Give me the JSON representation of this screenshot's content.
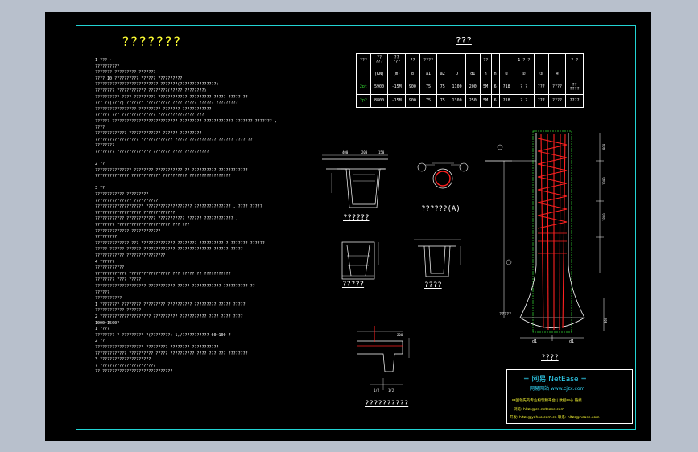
{
  "sheet": {
    "left_title": "???????",
    "table_title": "???",
    "notes": [
      "1 ???    ·",
      "??????????",
      "???????  ?????????  ???????",
      "????   10 ??????????    ??????    ??????????",
      "??????????????????????????     ???????(???????????????)",
      "  ????????    ????????????      ????????(????? ????????)",
      "??????????      ????   ?????????    ????????????     ?????????     ?????  ????? ??",
      "  ??? ??(????)  ???????     ??????????     ????   ????? ??????    ?????????",
      "?????????????????   ?????????  ???????  ????????????",
      "??????   ???  ??????????????     ??????????????? ???",
      "??????  ???????????????????????????       ?????????  ????????????   ???????   ??????? ,",
      "  ????",
      "?????????????    ?????????????    ??????   ?????????",
      "??????????????????   ?????????????     ?????   ???????????    ??????   ????  ??",
      "????????",
      "????????   ??????????????    ???????   ????   ??????????",
      "",
      "2 ??",
      "???????????????      ????????     ???????????     ??  ??????????  ???????????? .",
      "??????????????    ????????????    ??????????   ?????????????????",
      "",
      "3 ??",
      "????????????          ?????????",
      "???????????????      ??????????",
      "????????????????????        ???????????????????     ???????????????   , ???? ?????",
      "???????????????????     ?????????????",
      "????????????        ????????????   ???????????   ??????    ????????????  .",
      "  ????????    ??????????????????????      ???  ???",
      "  ??????????????     ????????????",
      "?????????",
      "??????????????  ???   ??????????????      ????????     ??????????   ? ???????  ??????",
      "?????    ??????   ??????    ?????????????    ??????????????    ?????? ?????",
      "????????????       ????????????????",
      "4 ??????",
      "????????????",
      "?????????????          ?????????????????            ??? ?????  ?? ???????????",
      "  ????????     ????  ?????",
      "?????????????????????      ???????????     ?????   ????????????    ??????????     ??",
      "    ??????",
      "???????????",
      "  1 ????????    ????????   ?????????     ??????????     ?????????    ?????    ?????",
      "    ????????????    ??????",
      "  2 ?????????????????????   ??????????    ??????????? ????    ????    ????",
      "    1000~1500?",
      "1 ????",
      "  ????????     ?  ?????????     ?(????????)      1,/???????????       60~100 ?",
      "2 ??",
      "????????????????????             ?????????     ????????    ???????????",
      "?????????????   ??????????     ?????   ??????????   ????   ??? ???  ????????",
      "3 ?????????????????????",
      "?  ???????????????????????",
      "?? ?????????????????????????????"
    ],
    "design_table": {
      "rows": [
        [
          "???",
          "??\n???",
          "??\n???",
          "??",
          "????",
          "",
          "",
          "",
          "??",
          "",
          "",
          "1 ? ?",
          "",
          "",
          "? ?"
        ],
        [
          "",
          "(KN)",
          "(m)",
          "d",
          "a1",
          "a2",
          "D",
          "d1",
          "h",
          "n",
          "①",
          "②",
          "③",
          "④",
          ""
        ],
        [
          "2pt",
          "5900",
          "-15M",
          "900",
          "75",
          "75",
          "1100",
          "200",
          "5M",
          "6",
          "?18",
          "? ?",
          "???",
          "????",
          "??\n????"
        ],
        [
          "2p2",
          "8800",
          "-15M",
          "900",
          "75",
          "75",
          "1300",
          "250",
          "5M",
          "6",
          "?18",
          "? ?",
          "???",
          "????",
          "????"
        ]
      ]
    },
    "view_labels": {
      "cap_section": "??????",
      "wall_a": "??????(A)",
      "wall_b": "?????",
      "wall_c": "????",
      "pile": "????",
      "bell_detail": "??????????",
      "pile_note": "?????"
    },
    "dims": {
      "pile_800": "800",
      "pile_1000": "1000",
      "pile_1800": "1800",
      "pile_300": "300",
      "d1": "d1",
      "d2": "d1",
      "a200": "200",
      "a400": "400",
      "a150": "150",
      "h200": "200",
      "k8": "1/2",
      "k9": "1/2",
      "n200": "200"
    },
    "netease": {
      "line1": "= 网易 NetEase =",
      "line2": "网易网站   www.cjzx.com",
      "line3": "中国领先的专业构筑物平台 | 数据中心 链接",
      "line4": "浏览: hltzs@cn.netease.com",
      "line5": "开发: hltzs@yahoo.com.cn  联系: hltzs@nease.com"
    },
    "colors": {
      "border": "#22d3d3",
      "rebar": "#ff2020",
      "title": "#ffff33",
      "highlight_green": "#33dd33"
    }
  }
}
